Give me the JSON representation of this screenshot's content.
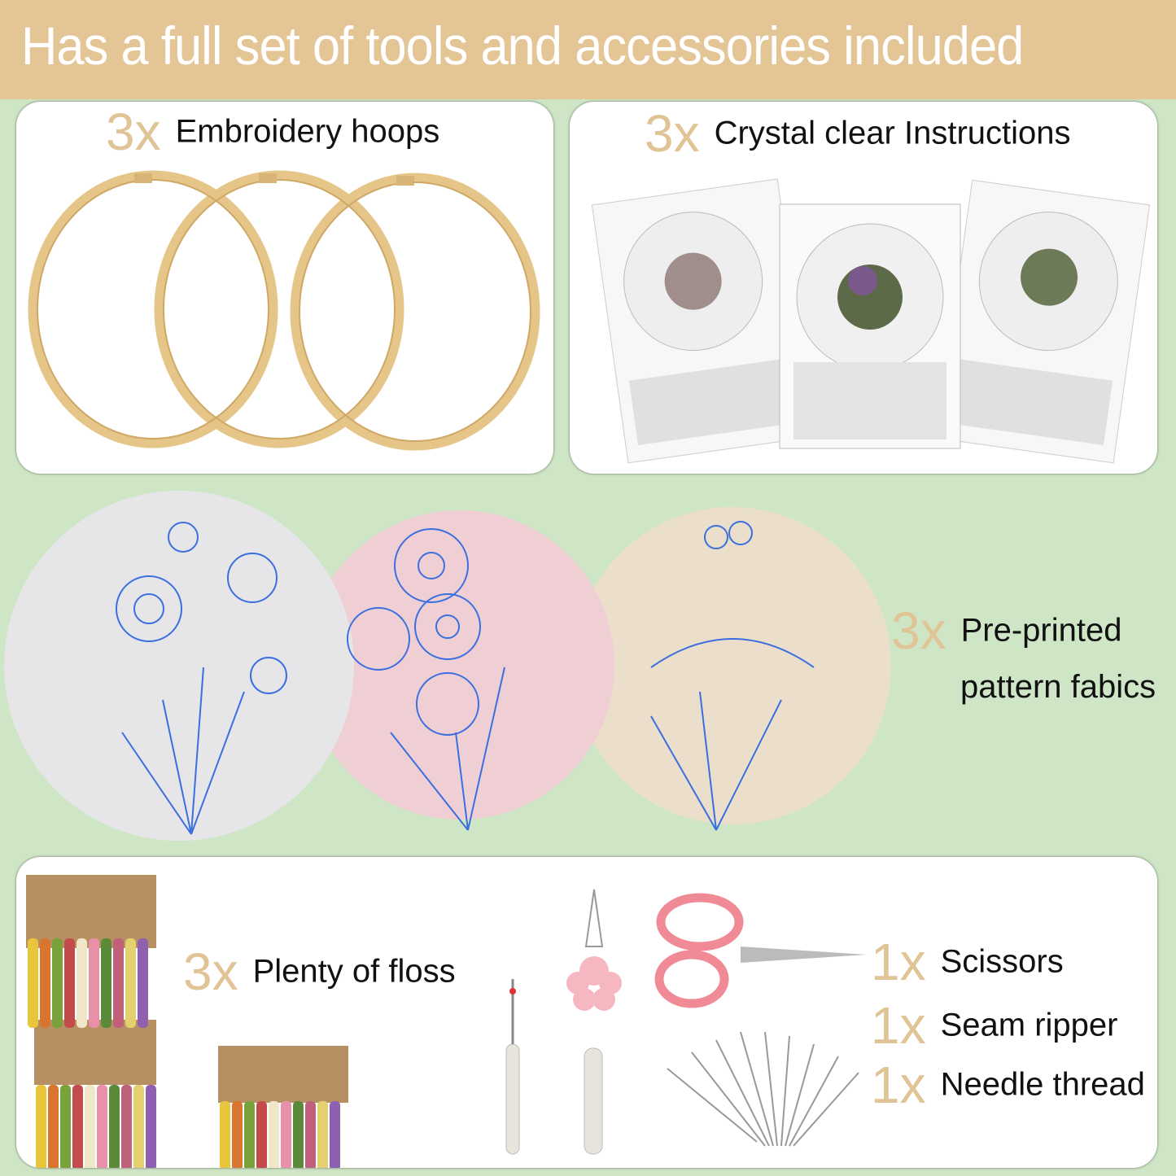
{
  "header": {
    "title": "Has a full set of tools and accessories included"
  },
  "items": {
    "hoops": {
      "qty": "3x",
      "label": "Embroidery hoops"
    },
    "instructions": {
      "qty": "3x",
      "label": "Crystal clear Instructions"
    },
    "fabrics": {
      "qty": "3x",
      "label_line1": "Pre-printed",
      "label_line2": "pattern fabics"
    },
    "floss": {
      "qty": "3x",
      "label": "Plenty of floss"
    },
    "scissors": {
      "qty": "1x",
      "label": "Scissors"
    },
    "seam_ripper": {
      "qty": "1x",
      "label": "Seam ripper"
    },
    "needle_thread": {
      "qty": "1x",
      "label": "Needle thread"
    }
  },
  "colors": {
    "header": "#e4c595",
    "background": "#cfe6c6",
    "quantity": "#e0c496",
    "pattern_ink": "#3b6fe0"
  }
}
